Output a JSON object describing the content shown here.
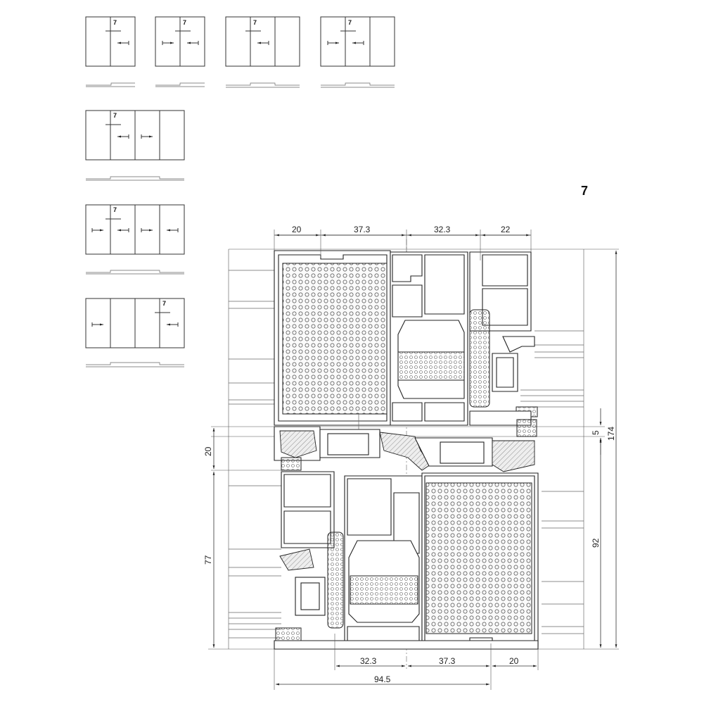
{
  "title": "7",
  "thumbnails": [
    {
      "label": "7"
    },
    {
      "label": "7"
    },
    {
      "label": "7"
    },
    {
      "label": "7"
    },
    {
      "label": "7"
    },
    {
      "label": "7"
    },
    {
      "label": "7"
    }
  ],
  "dimensions": {
    "top": [
      "20",
      "37.3",
      "32.3",
      "22"
    ],
    "bottom": [
      "32.3",
      "37.3",
      "20"
    ],
    "overall_bottom": "94.5",
    "left": [
      "20",
      "77"
    ],
    "right": [
      "5",
      "174",
      "92"
    ]
  },
  "colors": {
    "line": "#222222",
    "background": "#ffffff"
  }
}
